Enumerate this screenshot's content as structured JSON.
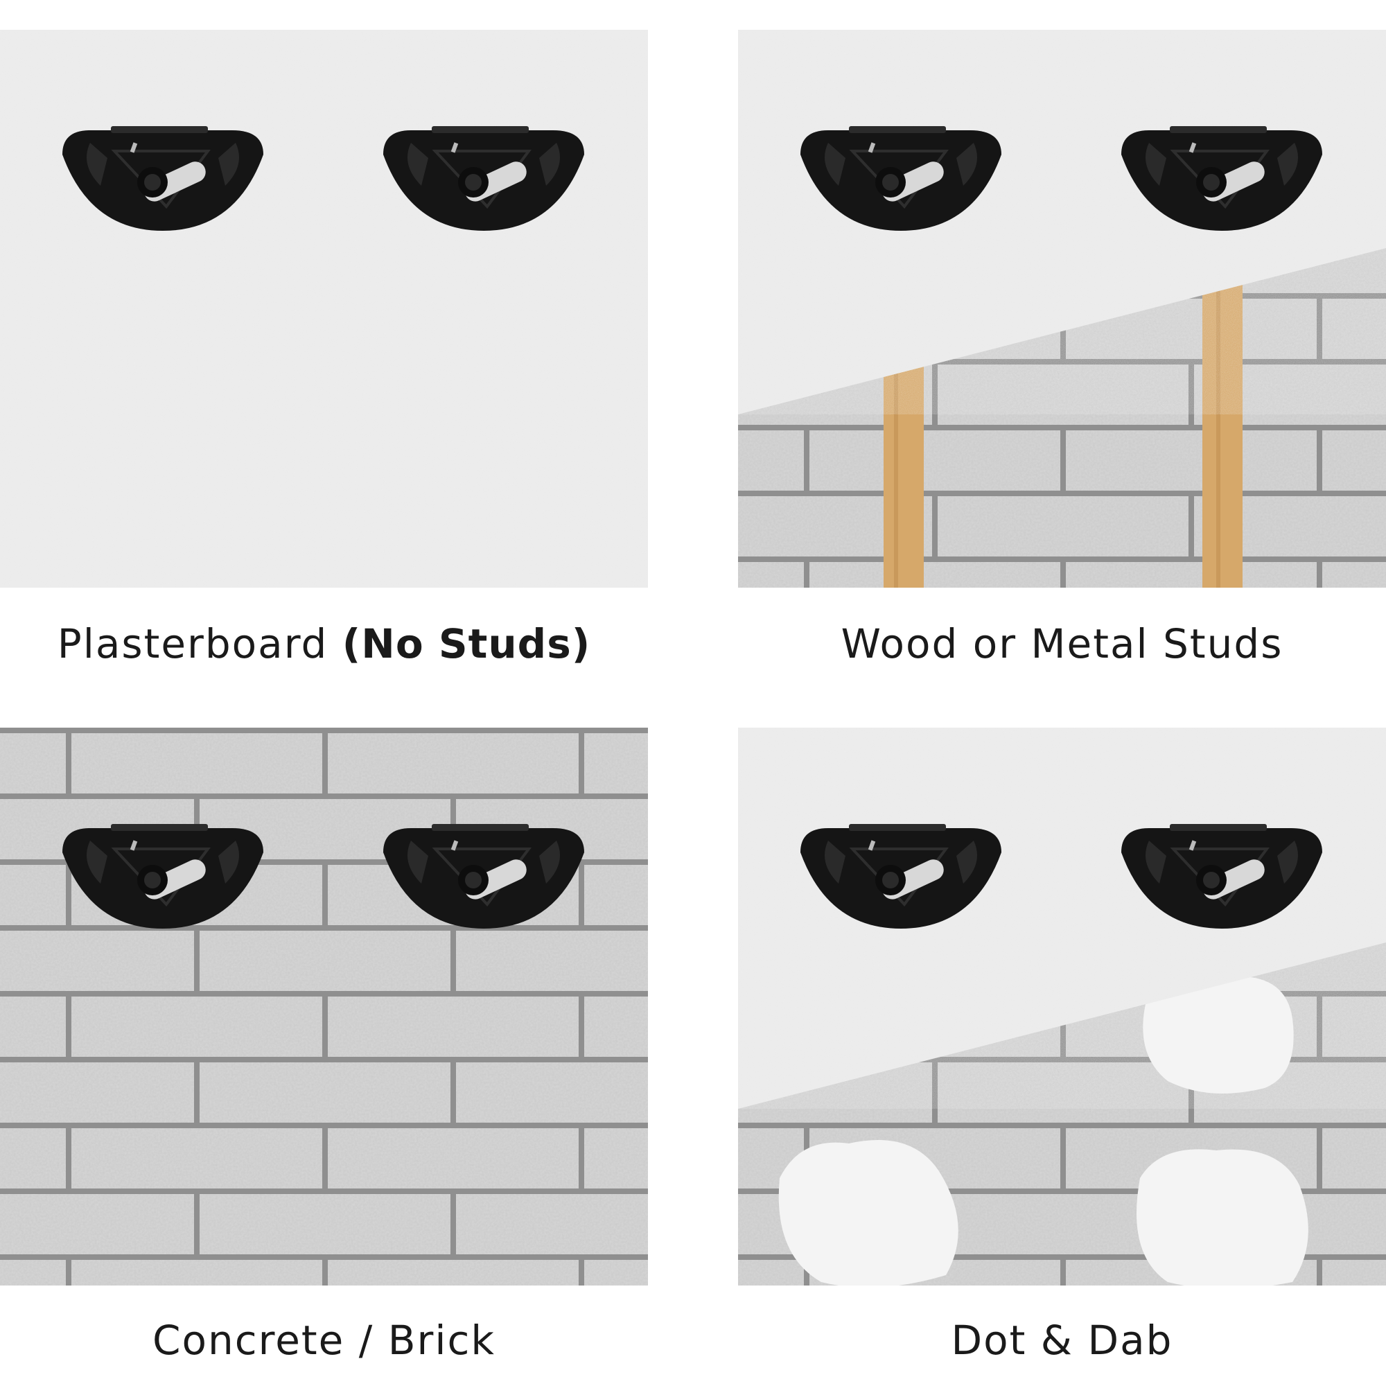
{
  "panels": [
    {
      "id": "plasterboard",
      "caption_main": "Plasterboard ",
      "caption_bold": "(No Studs)"
    },
    {
      "id": "studs",
      "caption_main": "Wood or Metal Studs",
      "caption_bold": ""
    },
    {
      "id": "concrete",
      "caption_main": "Concrete / Brick",
      "caption_bold": ""
    },
    {
      "id": "dotdab",
      "caption_main": "Dot & Dab",
      "caption_bold": ""
    }
  ],
  "colors": {
    "plaster": "#e9e9e9",
    "brick": "#c9c9c9",
    "mortar": "#8e8e8e",
    "stud": "#d6a86a",
    "bracket": "#151515",
    "adhesive": "#f4f4f4"
  },
  "icons": [
    "wall-bracket-icon"
  ]
}
